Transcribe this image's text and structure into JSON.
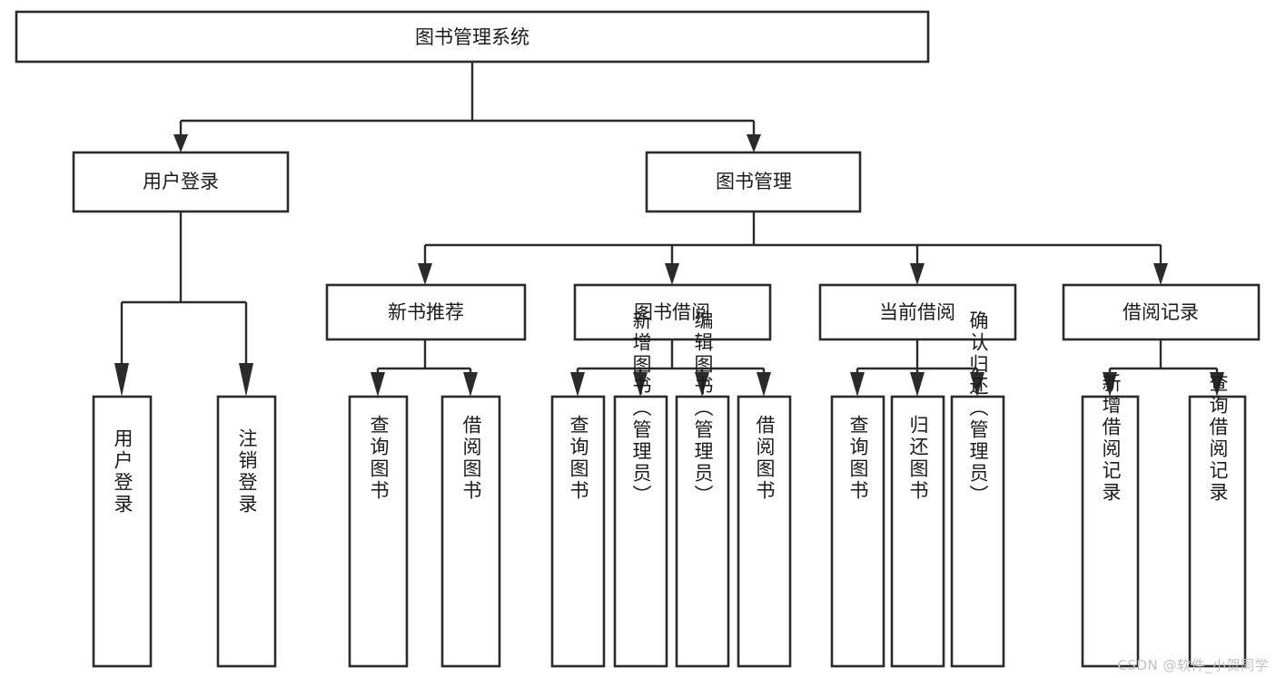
{
  "diagram": {
    "title": "图书管理系统",
    "type": "tree",
    "watermark": "CSDN @软件_小贺同学",
    "colors": {
      "box_stroke": "#2b2b2b",
      "box_fill": "#ffffff",
      "connector": "#2b2b2b",
      "text": "#1b1b1b",
      "watermark": "#c2c2c2",
      "background": "#ffffff"
    }
  },
  "chart_data": {
    "type": "tree",
    "title": "图书管理系统",
    "root": {
      "label": "图书管理系统",
      "children": [
        {
          "label": "用户登录",
          "children": [
            {
              "label": "用户登录"
            },
            {
              "label": "注销登录"
            }
          ]
        },
        {
          "label": "图书管理",
          "children": [
            {
              "label": "新书推荐",
              "children": [
                {
                  "label": "查询图书"
                },
                {
                  "label": "借阅图书"
                }
              ]
            },
            {
              "label": "图书借阅",
              "children": [
                {
                  "label": "查询图书"
                },
                {
                  "label": "新增图书（管理员）"
                },
                {
                  "label": "编辑图书（管理员）"
                },
                {
                  "label": "借阅图书"
                }
              ]
            },
            {
              "label": "当前借阅",
              "children": [
                {
                  "label": "查询图书"
                },
                {
                  "label": "归还图书"
                },
                {
                  "label": "确认归还（管理员）"
                }
              ]
            },
            {
              "label": "借阅记录",
              "children": [
                {
                  "label": "新增借阅记录"
                },
                {
                  "label": "查询借阅记录"
                }
              ]
            }
          ]
        }
      ]
    }
  },
  "nodes": {
    "root": {
      "label": "图书管理系统"
    },
    "level2": {
      "user_login": {
        "label": "用户登录"
      },
      "book_manage": {
        "label": "图书管理"
      }
    },
    "level3": {
      "new_book_recommend": {
        "label": "新书推荐"
      },
      "book_borrow": {
        "label": "图书借阅"
      },
      "current_borrow": {
        "label": "当前借阅"
      },
      "borrow_record": {
        "label": "借阅记录"
      }
    },
    "leaves": {
      "user_login_1": {
        "label": "用户登录"
      },
      "user_login_2": {
        "label": "注销登录"
      },
      "recommend_1": {
        "label": "查询图书"
      },
      "recommend_2": {
        "label": "借阅图书"
      },
      "borrow_1": {
        "label": "查询图书"
      },
      "borrow_2": {
        "label": "新增图书（管理员）"
      },
      "borrow_3": {
        "label": "编辑图书（管理员）"
      },
      "borrow_4": {
        "label": "借阅图书"
      },
      "current_1": {
        "label": "查询图书"
      },
      "current_2": {
        "label": "归还图书"
      },
      "current_3": {
        "label": "确认归还（管理员）"
      },
      "record_1": {
        "label": "新增借阅记录"
      },
      "record_2": {
        "label": "查询借阅记录"
      }
    }
  },
  "footer": {
    "watermark": "CSDN @软件_小贺同学"
  }
}
